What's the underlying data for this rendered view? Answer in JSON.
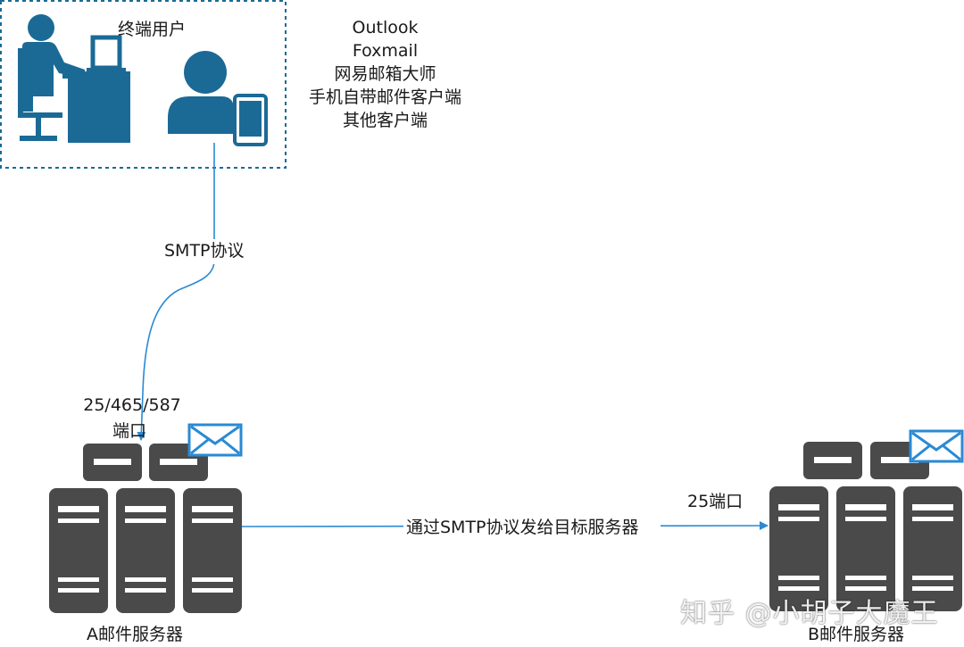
{
  "user_group": {
    "title": "终端用户",
    "clients": [
      "Outlook",
      "Foxmail",
      "网易邮箱大师",
      "手机自带邮件客户端",
      "其他客户端"
    ]
  },
  "edges": {
    "client_to_server_a": "SMTP协议",
    "server_a_to_server_b": "通过SMTP协议发给目标服务器"
  },
  "server_a": {
    "name": "A邮件服务器",
    "ports": [
      "25/465/587",
      "端口"
    ]
  },
  "server_b": {
    "name": "B邮件服务器",
    "port": "25端口"
  },
  "watermark": "知乎 @小胡子大魔王",
  "colors": {
    "icon": "#4a4a4a",
    "user_icon": "#1b6a96",
    "arrow": "#2a8ad4",
    "border": "#1b6a96"
  }
}
